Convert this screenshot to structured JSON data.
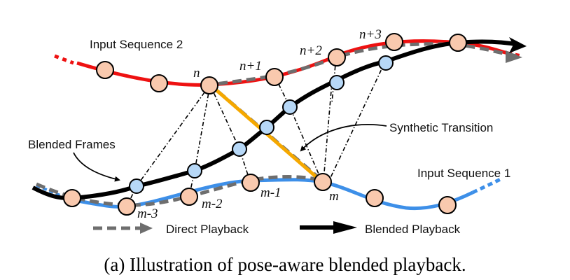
{
  "labels": {
    "seq2": "Input Sequence 2",
    "seq1": "Input Sequence 1",
    "blended_frames": "Blended Frames",
    "synthetic_transition": "Synthetic Transition",
    "legend_direct": "Direct Playback",
    "legend_blended": "Blended Playback"
  },
  "indices": {
    "n": "n",
    "n1": "n+1",
    "n2": "n+2",
    "n3": "n+3",
    "m": "m",
    "m1": "m-1",
    "m2": "m-2",
    "m3": "m-3"
  },
  "caption": "(a) Illustration of pose-aware blended playback.",
  "colors": {
    "seq2": "#ee1111",
    "seq1": "#3d8fe8",
    "blended": "#000000",
    "direct": "#6e6e6e",
    "transition": "#f5a800",
    "input_node": "#f9c9ae",
    "blended_node": "#b7d8f7"
  }
}
